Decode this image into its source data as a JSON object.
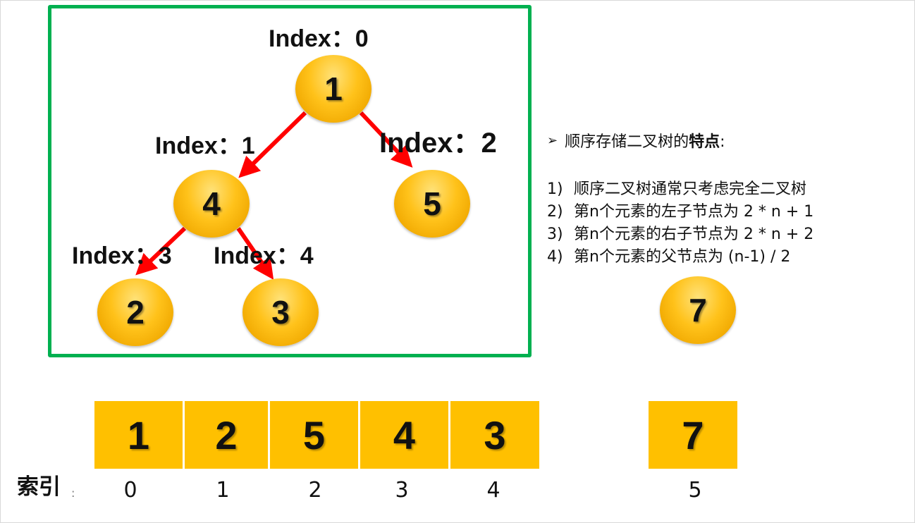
{
  "tree": {
    "frame_color": "#00b050",
    "arrow_color": "#ff0000",
    "nodes": [
      {
        "value": "1",
        "index_label": "Index：0"
      },
      {
        "value": "4",
        "index_label": "Index：1"
      },
      {
        "value": "5",
        "index_label": "Index：2"
      },
      {
        "value": "2",
        "index_label": "Index：3"
      },
      {
        "value": "3",
        "index_label": "Index：4"
      }
    ]
  },
  "extra_node": {
    "value": "7"
  },
  "features": {
    "heading_prefix": "顺序存储二叉树的",
    "heading_bold": "特点",
    "heading_suffix": ":",
    "items": [
      {
        "num": "1)",
        "text": "顺序二叉树通常只考虑完全二叉树"
      },
      {
        "num": "2)",
        "text": "第n个元素的左子节点为  2 * n + 1"
      },
      {
        "num": "3)",
        "text": "第n个元素的右子节点为  2 * n + 2"
      },
      {
        "num": "4)",
        "text": "第n个元素的父节点为  (n-1) / 2"
      }
    ]
  },
  "array": {
    "cell_color": "#ffc000",
    "cells": [
      "1",
      "2",
      "5",
      "4",
      "3"
    ],
    "extra_cell": "7"
  },
  "index_row": {
    "title": "索引",
    "colon": ":",
    "values": [
      "0",
      "1",
      "2",
      "3",
      "4",
      "5"
    ]
  }
}
